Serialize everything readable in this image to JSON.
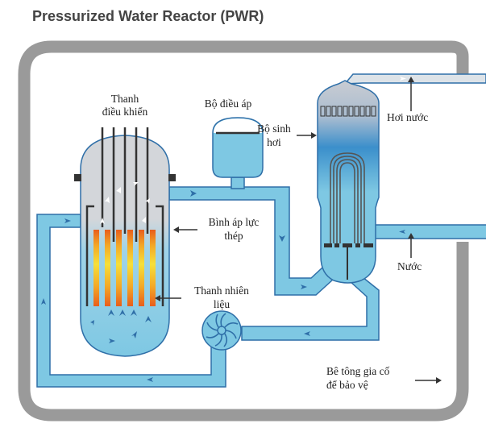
{
  "title": "Pressurized Water Reactor (PWR)",
  "labels": {
    "control_rods": [
      "Thanh",
      "điều khiển"
    ],
    "pressurizer": "Bộ điều áp",
    "steam_generator": [
      "Bộ sinh",
      "hơi"
    ],
    "steam": "Hơi nước",
    "pressure_vessel": [
      "Bình áp lực",
      "thép"
    ],
    "water": "Nước",
    "fuel_rods": [
      "Thanh nhiên",
      "liệu"
    ],
    "containment": [
      "Bê tông gia cố",
      "để bảo vệ"
    ]
  },
  "colors": {
    "water": "#7ec8e3",
    "water_outline": "#2f6fa8",
    "containment": "#999999",
    "steam_pipe": "#dde3e8",
    "vessel_top": "#d3d6da",
    "fuel_hot": "#e85d1c",
    "fuel_core": "#f6e03a",
    "rod": "#333333"
  }
}
